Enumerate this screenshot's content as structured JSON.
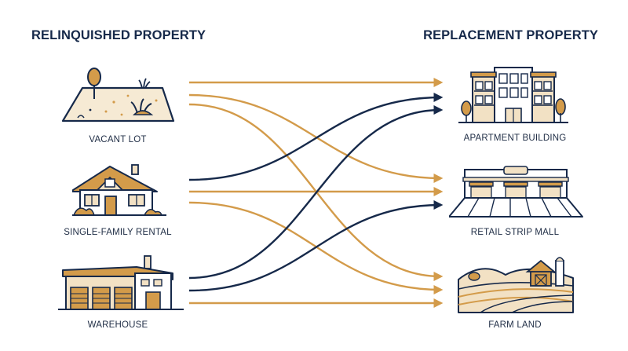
{
  "headings": {
    "relinquished": "RELINQUISHED PROPERTY",
    "replacement": "REPLACEMENT PROPERTY"
  },
  "relinquished": [
    {
      "id": "vacant-lot",
      "label": "VACANT LOT",
      "icon": "vacant-lot-icon"
    },
    {
      "id": "single-family",
      "label": "SINGLE-FAMILY RENTAL",
      "icon": "house-icon"
    },
    {
      "id": "warehouse",
      "label": "WAREHOUSE",
      "icon": "warehouse-icon"
    }
  ],
  "replacement": [
    {
      "id": "apartment",
      "label": "APARTMENT BUILDING",
      "icon": "apartment-building-icon"
    },
    {
      "id": "strip-mall",
      "label": "RETAIL STRIP MALL",
      "icon": "strip-mall-icon"
    },
    {
      "id": "farm",
      "label": "FARM LAND",
      "icon": "farm-icon"
    }
  ],
  "colors": {
    "navy": "#16294a",
    "gold": "#d39b4a",
    "tan": "#f2e1c4"
  },
  "connections": [
    {
      "from": "vacant-lot",
      "to": "apartment",
      "color": "gold"
    },
    {
      "from": "vacant-lot",
      "to": "strip-mall",
      "color": "gold"
    },
    {
      "from": "vacant-lot",
      "to": "farm",
      "color": "gold"
    },
    {
      "from": "single-family",
      "to": "apartment",
      "color": "navy"
    },
    {
      "from": "single-family",
      "to": "strip-mall",
      "color": "gold"
    },
    {
      "from": "single-family",
      "to": "farm",
      "color": "gold"
    },
    {
      "from": "warehouse",
      "to": "apartment",
      "color": "navy"
    },
    {
      "from": "warehouse",
      "to": "strip-mall",
      "color": "navy"
    },
    {
      "from": "warehouse",
      "to": "farm",
      "color": "gold"
    }
  ]
}
